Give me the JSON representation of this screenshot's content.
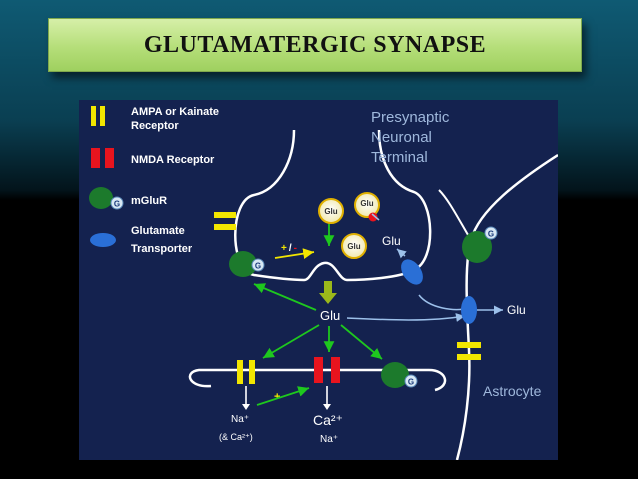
{
  "title": "GLUTAMATERGIC SYNAPSE",
  "legend": {
    "ampa_line1": "AMPA or Kainate",
    "ampa_line2": "Receptor",
    "nmda": "NMDA Receptor",
    "mglur": "mGluR",
    "transporter_line1": "Glutamate",
    "transporter_line2": "Transporter"
  },
  "labels": {
    "presynaptic_line1": "Presynaptic",
    "presynaptic_line2": "Neuronal",
    "presynaptic_line3": "Terminal",
    "astrocyte": "Astrocyte",
    "g_symbol": "G",
    "vesicle": "Glu",
    "glu": "Glu",
    "plus_minus_plus": "+",
    "plus_minus_sep": "/",
    "plus_minus_minus": "-",
    "plus": "+",
    "na_plus": "Na⁺",
    "ca_note": "(& Ca²⁺)",
    "ca2_plus": "Ca²⁺",
    "na_plus_2": "Na⁺"
  },
  "colors": {
    "background_top": "#0f5a73",
    "banner": "#b5de79",
    "panel": "#14224f",
    "membrane": "#ffffff",
    "ampa": "#f2e600",
    "nmda": "#e8141e",
    "mglur": "#1c7a2c",
    "transporter": "#2a6fd6",
    "arrow_green": "#1ec81e",
    "arrow_olive": "#9bb81a",
    "arrow_blue": "#7fa8d8",
    "vesicle": "#f6f0c8",
    "vesicle_border": "#e0b000"
  }
}
